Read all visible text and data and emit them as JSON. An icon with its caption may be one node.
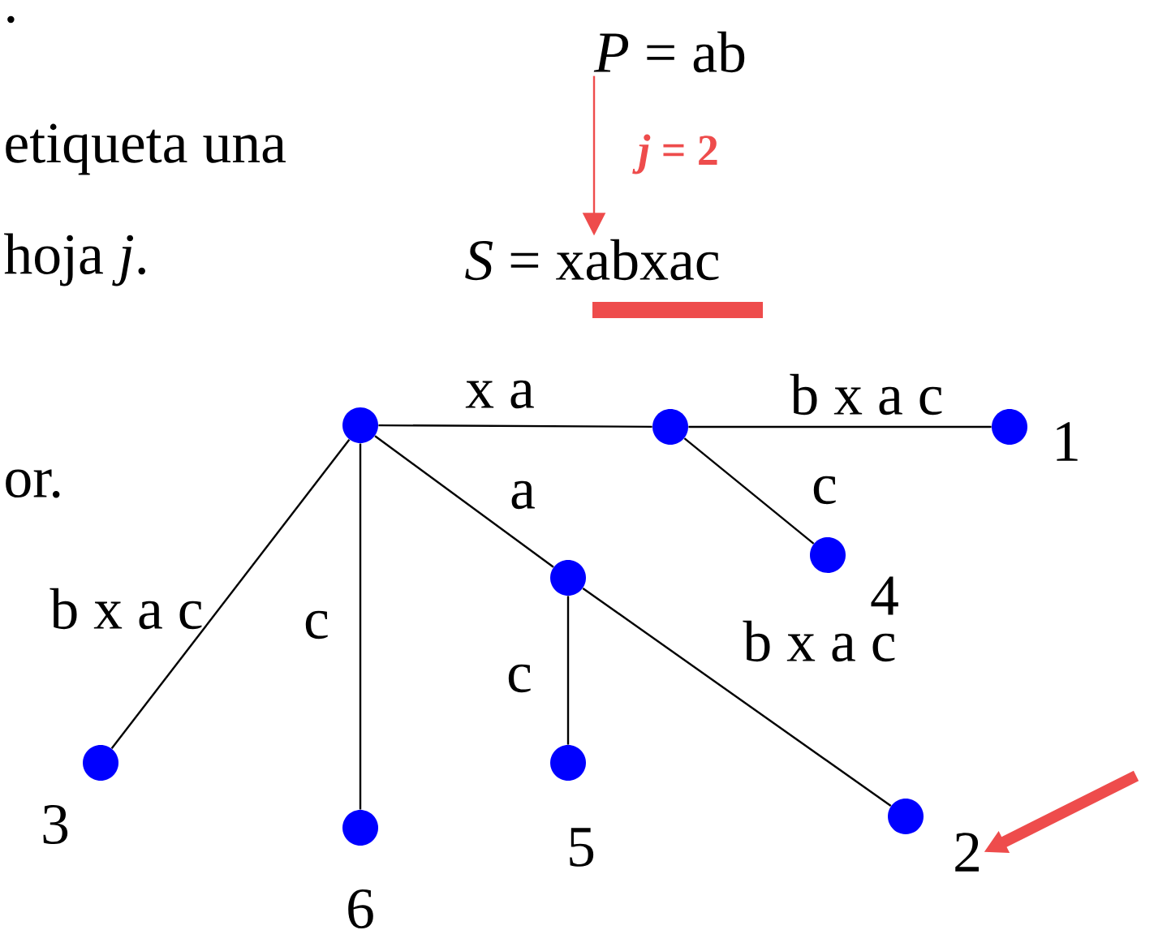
{
  "diagram": {
    "nodes": [
      {
        "text": [],
        "shape": "circle"
      },
      {
        "text": [],
        "shape": "circle"
      },
      {
        "text": [],
        "shape": "circle",
        "beside": [
          "1"
        ]
      },
      {
        "text": [],
        "shape": "circle",
        "beside": [
          "4"
        ]
      },
      {
        "text": [],
        "shape": "circle"
      },
      {
        "text": [],
        "shape": "circle",
        "beside": [
          "5"
        ]
      },
      {
        "text": [],
        "shape": "circle",
        "beside": [
          "2"
        ]
      },
      {
        "text": [],
        "shape": "circle",
        "beside": [
          "3"
        ]
      },
      {
        "text": [],
        "shape": "circle",
        "beside": [
          "6"
        ]
      },
      {
        "text": [
          "*P* = ab"
        ]
      },
      {
        "text": [
          "*S* = xabxac"
        ]
      }
    ],
    "edges": [
      {
        "from": 0,
        "to": 1,
        "arrow": "none",
        "label": "x a"
      },
      {
        "from": 1,
        "to": 2,
        "arrow": "none",
        "label": "b x a c"
      },
      {
        "from": 1,
        "to": 3,
        "arrow": "none",
        "label": "c"
      },
      {
        "from": 0,
        "to": 4,
        "arrow": "none",
        "label": "a"
      },
      {
        "from": 4,
        "to": 5,
        "arrow": "none",
        "label": "c"
      },
      {
        "from": 4,
        "to": 6,
        "arrow": "none",
        "label": "b x a c"
      },
      {
        "from": 0,
        "to": 7,
        "arrow": "none",
        "label": "b x a c"
      },
      {
        "from": 0,
        "to": 8,
        "arrow": "none",
        "label": "c"
      },
      {
        "from": 9,
        "to": 10,
        "arrow": "to",
        "label": "*j* = 2",
        "color": "#ee4c4c"
      },
      {
        "from": null,
        "to": 6,
        "arrow": "to",
        "style": "thick",
        "color": "#ee4c4c"
      }
    ],
    "labels": [
      ".",
      "etiqueta una",
      "hoja *j*.",
      "or."
    ]
  }
}
